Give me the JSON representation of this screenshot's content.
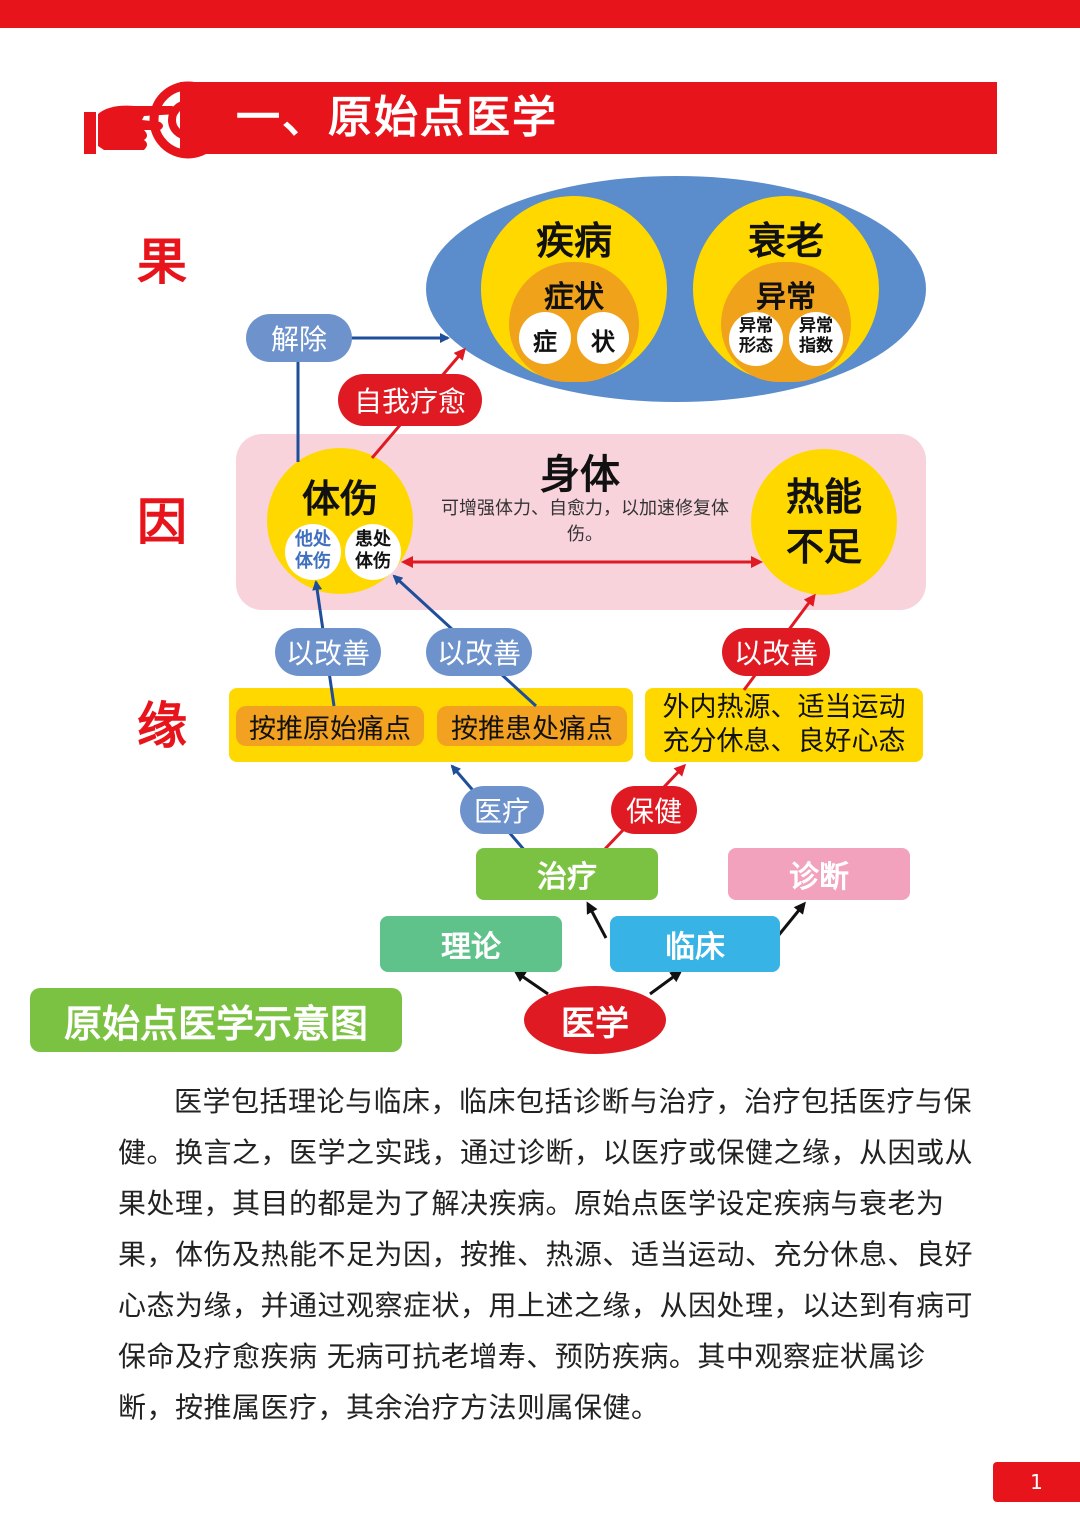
{
  "header": {
    "title": "一、原始点医学"
  },
  "side_labels": {
    "guo": "果",
    "yin": "因",
    "yuan": "缘"
  },
  "outcome": {
    "disease": {
      "title": "疾病",
      "sub": "症状",
      "inner_left": "症",
      "inner_right": "状"
    },
    "aging": {
      "title": "衰老",
      "sub": "异常",
      "inner_left": "异常\n形态",
      "inner_right": "异常\n指数"
    }
  },
  "pills": {
    "remove": "解除",
    "self_heal": "自我疗愈",
    "improve": "以改善",
    "medical": "医疗",
    "health_care": "保健"
  },
  "body": {
    "title": "身体",
    "desc": "可增强体力、自愈力，以加速修复体伤。",
    "injury": {
      "title": "体伤",
      "left": "他处\n体伤",
      "right": "患处\n体伤"
    },
    "heat": "热能\n不足"
  },
  "conditions": {
    "press_origin": "按推原始痛点",
    "press_affected": "按推患处痛点",
    "lifestyle": "外内热源、适当运动\n充分休息、良好心态"
  },
  "tree": {
    "treatment": "治疗",
    "diagnosis": "诊断",
    "theory": "理论",
    "clinical": "临床",
    "medicine": "医学"
  },
  "diagram_caption": "原始点医学示意图",
  "paragraph": "医学包括理论与临床，临床包括诊断与治疗，治疗包括医疗与保健。换言之，医学之实践，通过诊断，以医疗或保健之缘，从因或从果处理，其目的都是为了解决疾病。原始点医学设定疾病与衰老为果，体伤及热能不足为因，按推、热源、适当运动、充分休息、良好心态为缘，并通过观察症状，用上述之缘，从因处理，以达到有病可保命及疗愈疾病 无病可抗老增寿、预防疾病。其中观察症状属诊断，按推属医疗，其余治疗方法则属保健。",
  "page_number": "1",
  "colors": {
    "brand_red": "#e8141b",
    "ellipse_blue": "#5b8ccc",
    "yellow": "#ffd800",
    "orange": "#f0a21b",
    "pink": "#f8d3dc",
    "green": "#7cc242",
    "teal": "#5fc28a",
    "sky": "#38b3e6",
    "rose": "#f2a2bd"
  }
}
